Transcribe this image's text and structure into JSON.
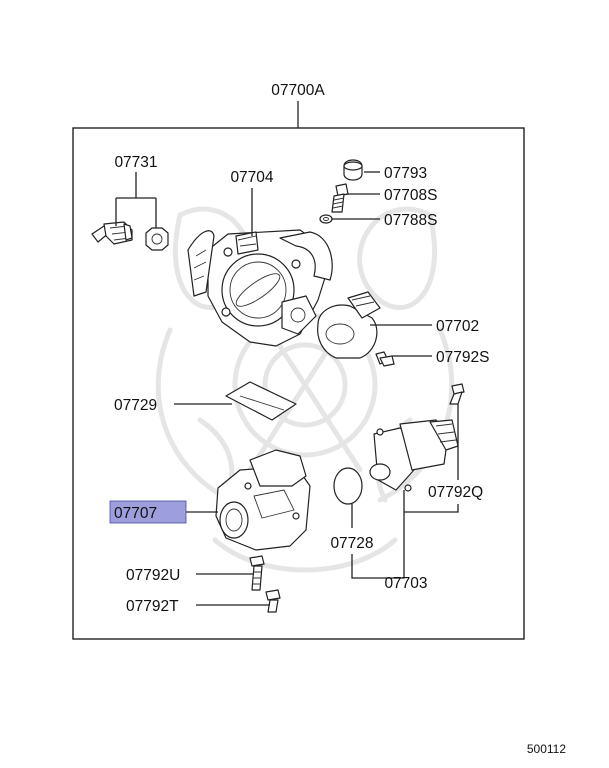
{
  "diagram": {
    "assembly_label": "07700A",
    "highlight_color": "#9d9fdc",
    "footer_code": "500112",
    "watermark": "logo-watermark",
    "parts": [
      {
        "id": "07731",
        "label": "07731",
        "highlighted": false
      },
      {
        "id": "07704",
        "label": "07704",
        "highlighted": false
      },
      {
        "id": "07793",
        "label": "07793",
        "highlighted": false
      },
      {
        "id": "07708S",
        "label": "07708S",
        "highlighted": false
      },
      {
        "id": "07788S",
        "label": "07788S",
        "highlighted": false
      },
      {
        "id": "07702",
        "label": "07702",
        "highlighted": false
      },
      {
        "id": "07792S",
        "label": "07792S",
        "highlighted": false
      },
      {
        "id": "07729",
        "label": "07729",
        "highlighted": false
      },
      {
        "id": "07707",
        "label": "07707",
        "highlighted": true
      },
      {
        "id": "07792Q",
        "label": "07792Q",
        "highlighted": false
      },
      {
        "id": "07728",
        "label": "07728",
        "highlighted": false
      },
      {
        "id": "07703",
        "label": "07703",
        "highlighted": false
      },
      {
        "id": "07792U",
        "label": "07792U",
        "highlighted": false
      },
      {
        "id": "07792T",
        "label": "07792T",
        "highlighted": false
      }
    ]
  }
}
